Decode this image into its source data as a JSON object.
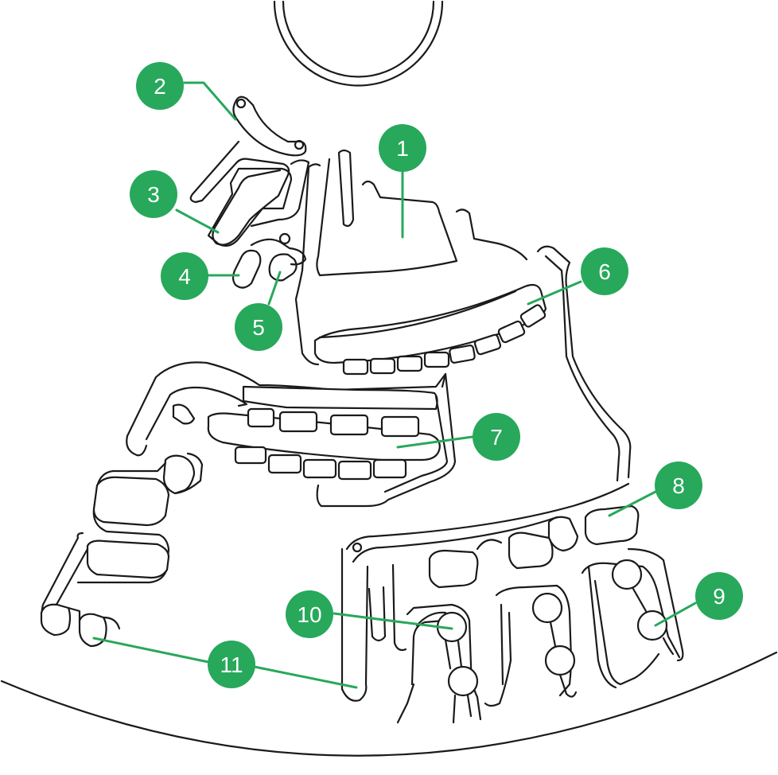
{
  "accent_color": "#27a85b",
  "callouts": [
    {
      "id": "callout-1",
      "label": "1"
    },
    {
      "id": "callout-2",
      "label": "2"
    },
    {
      "id": "callout-3",
      "label": "3"
    },
    {
      "id": "callout-4",
      "label": "4"
    },
    {
      "id": "callout-5",
      "label": "5"
    },
    {
      "id": "callout-6",
      "label": "6"
    },
    {
      "id": "callout-7",
      "label": "7"
    },
    {
      "id": "callout-8",
      "label": "8"
    },
    {
      "id": "callout-9",
      "label": "9"
    },
    {
      "id": "callout-10",
      "label": "10"
    },
    {
      "id": "callout-11",
      "label": "11"
    }
  ]
}
